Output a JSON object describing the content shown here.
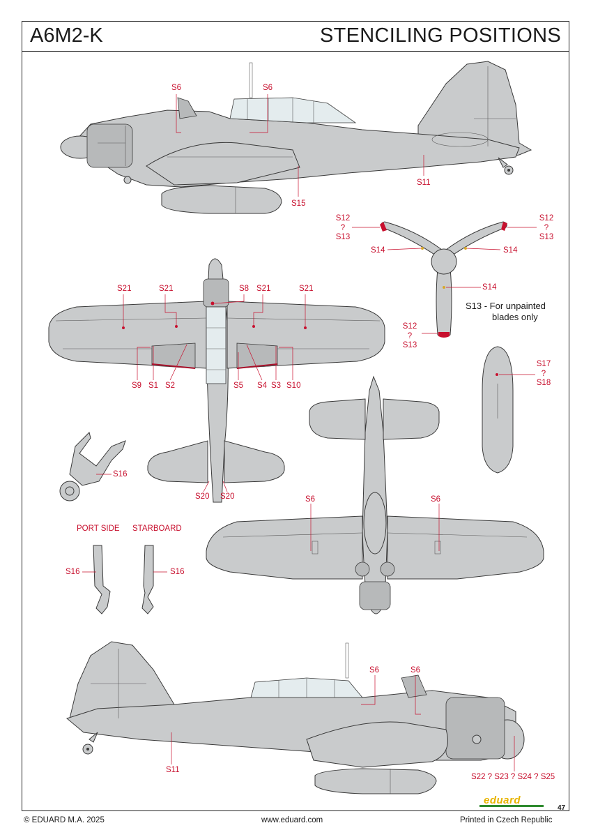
{
  "header": {
    "model": "A6M2-K",
    "title": "STENCILING POSITIONS"
  },
  "note": {
    "line1": "S13 - For unpainted",
    "line2": "blades only"
  },
  "views": {
    "port_side": "PORT SIDE",
    "starboard": "STARBOARD"
  },
  "labels": {
    "side_top": [
      "S6",
      "S6",
      "S11",
      "S15"
    ],
    "propeller": {
      "left_top": [
        "S12",
        "?",
        "S13"
      ],
      "right_top": [
        "S12",
        "?",
        "S13"
      ],
      "bottom": [
        "S12",
        "?",
        "S13"
      ],
      "s14": [
        "S14",
        "S14",
        "S14"
      ]
    },
    "planform_top": {
      "s21": [
        "S21",
        "S21",
        "S8",
        "S21",
        "S21"
      ],
      "bottom_row": [
        "S9",
        "S1",
        "S2",
        "S5",
        "S4",
        "S3",
        "S10"
      ],
      "tail": [
        "S20",
        "S20"
      ]
    },
    "drop_tank": [
      "S17",
      "?",
      "S18"
    ],
    "gear": [
      "S16",
      "S16",
      "S16"
    ],
    "underside": [
      "S6",
      "S6"
    ],
    "side_bottom": [
      "S6",
      "S6",
      "S11",
      "S22 ? S23 ? S24 ? S25"
    ]
  },
  "footer": {
    "copyright": "© EDUARD M.A. 2025",
    "website": "www.eduard.com",
    "printed": "Printed in Czech Republic",
    "page": "47",
    "logo": "eduard"
  },
  "colors": {
    "airframe": "#c9cbcc",
    "outline": "#3a3a3a",
    "stencil_red": "#c8102e",
    "frame": "#222222"
  }
}
